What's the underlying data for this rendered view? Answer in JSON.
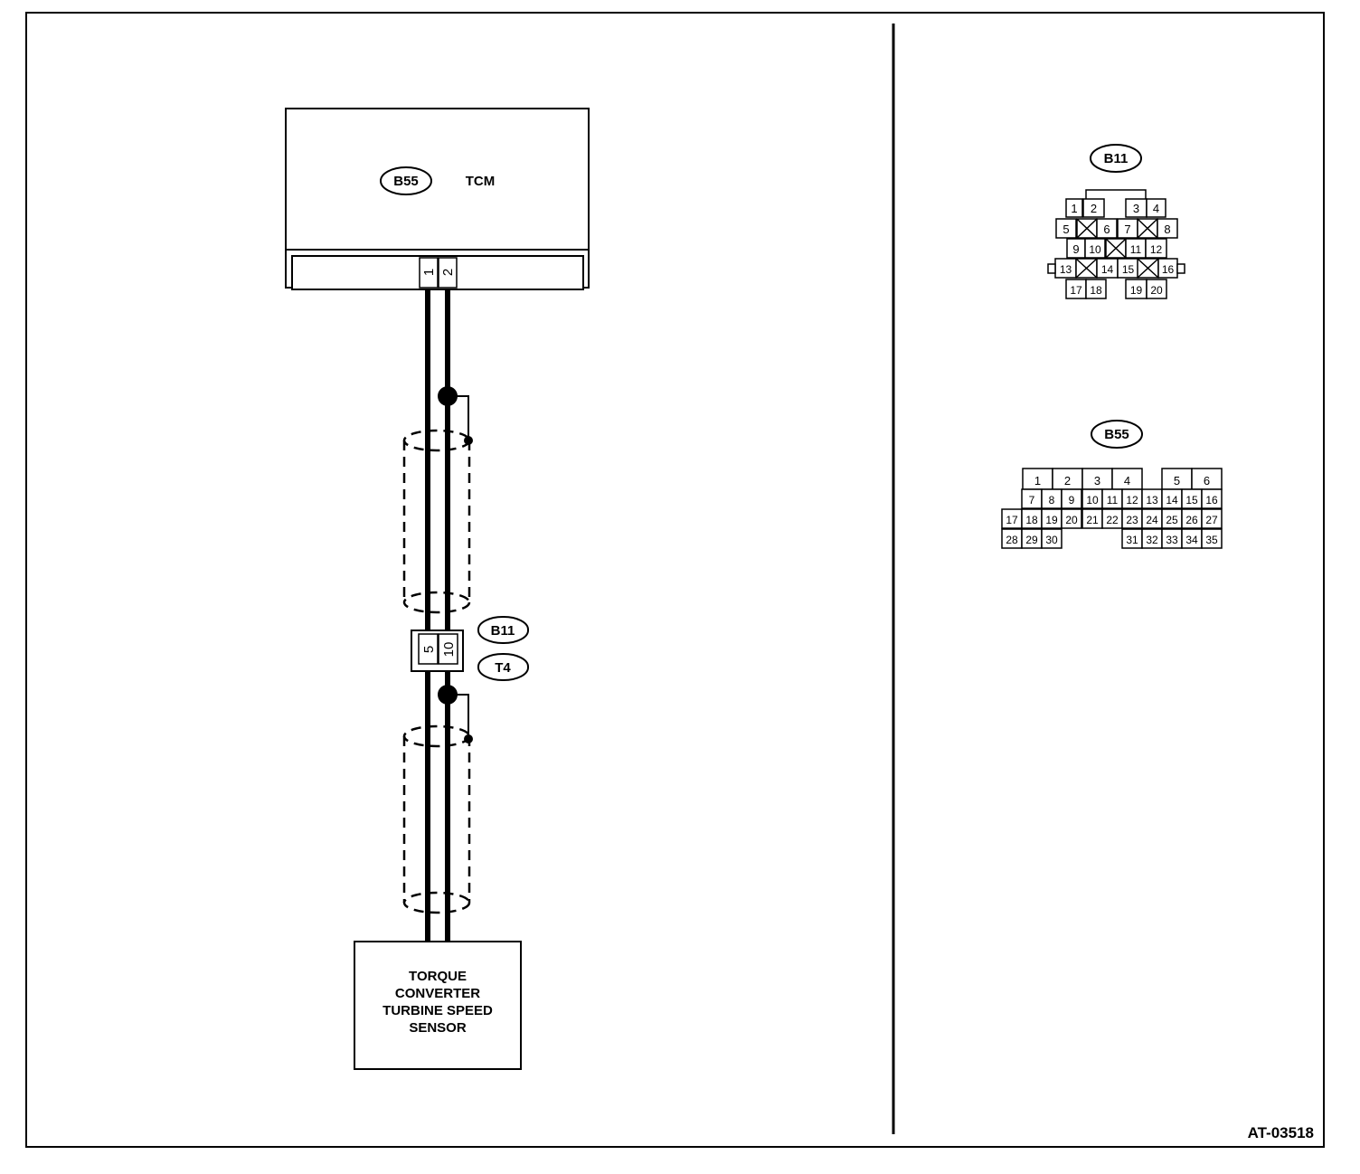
{
  "tcm": {
    "connector": "B55",
    "label": "TCM",
    "pins": [
      "1",
      "2"
    ]
  },
  "sensor": {
    "lines": [
      "TORQUE",
      "CONVERTER",
      "TURBINE SPEED",
      "SENSOR"
    ]
  },
  "joint": {
    "connectors": [
      "B11",
      "T4"
    ],
    "pins": [
      "5",
      "10"
    ]
  },
  "b11_face": {
    "label": "B11",
    "rows": [
      [
        "1",
        "2",
        "3",
        "4"
      ],
      [
        "5",
        "6",
        "7",
        "8"
      ],
      [
        "9",
        "10",
        "11",
        "12"
      ],
      [
        "13",
        "14",
        "15",
        "16"
      ],
      [
        "17",
        "18",
        "19",
        "20"
      ]
    ]
  },
  "b55_face": {
    "label": "B55",
    "rows": [
      [
        "1",
        "2",
        "3",
        "4",
        "5",
        "6"
      ],
      [
        "7",
        "8",
        "9",
        "10",
        "11",
        "12",
        "13",
        "14",
        "15",
        "16"
      ],
      [
        "17",
        "18",
        "19",
        "20",
        "21",
        "22",
        "23",
        "24",
        "25",
        "26",
        "27"
      ],
      [
        "28",
        "29",
        "30",
        "31",
        "32",
        "33",
        "34",
        "35"
      ]
    ]
  },
  "figure_code": "AT-03518"
}
